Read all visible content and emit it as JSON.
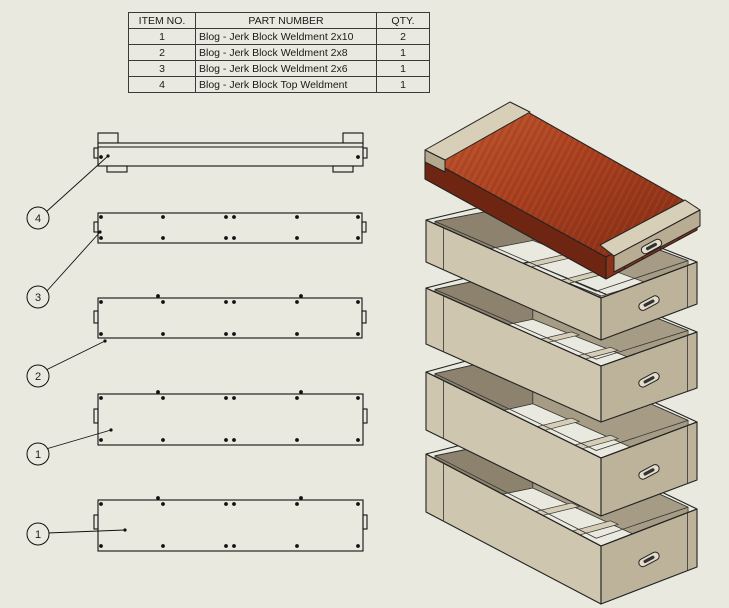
{
  "bom": {
    "headers": [
      "ITEM NO.",
      "PART NUMBER",
      "QTY."
    ],
    "rows": [
      {
        "item": "1",
        "part": "Blog - Jerk Block Weldment 2x10",
        "qty": "2"
      },
      {
        "item": "2",
        "part": "Blog - Jerk Block Weldment 2x8",
        "qty": "1"
      },
      {
        "item": "3",
        "part": "Blog - Jerk Block Weldment 2x6",
        "qty": "1"
      },
      {
        "item": "4",
        "part": "Blog - Jerk Block Top Weldment",
        "qty": "1"
      }
    ]
  },
  "balloons": [
    "4",
    "3",
    "2",
    "1",
    "1"
  ],
  "colors": {
    "background": "#e9e9df",
    "lumber": "#cfc6b0",
    "lumber_dark": "#7a6f5c",
    "tabletop": "#b04a28",
    "line": "#111111"
  },
  "icons": [
    "handle-icon",
    "bolt-hole-icon"
  ]
}
